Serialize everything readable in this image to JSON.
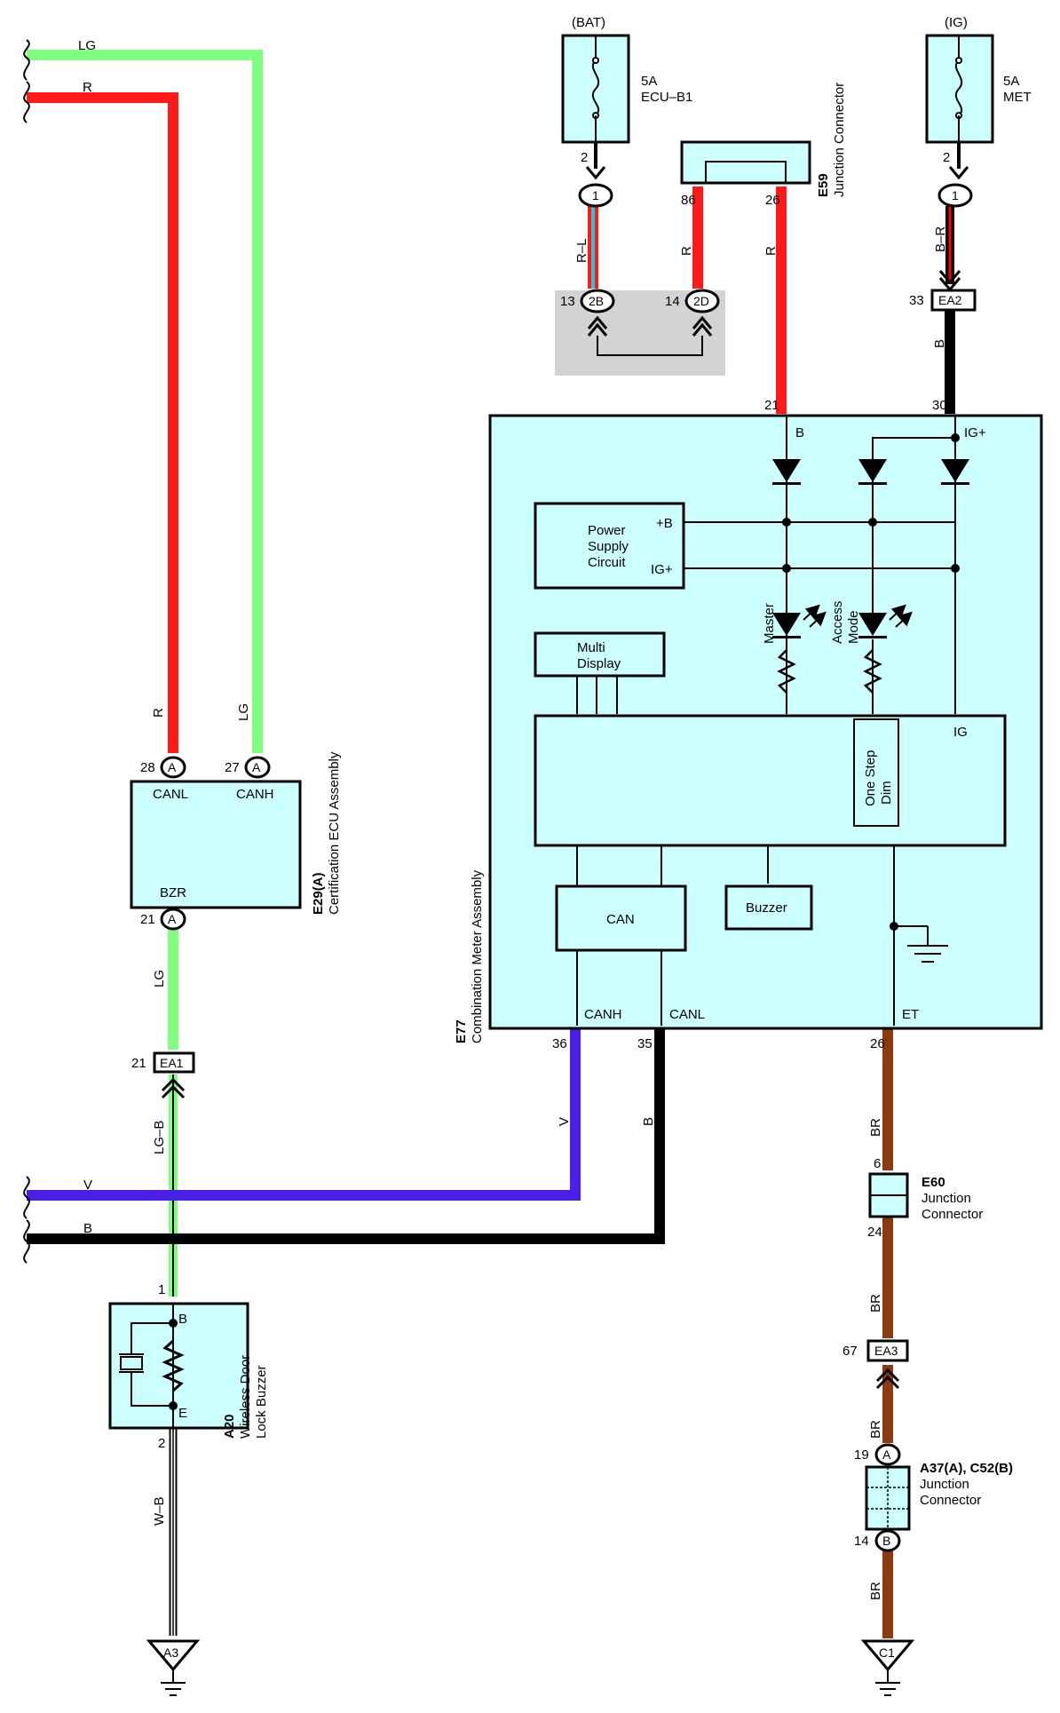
{
  "colors": {
    "LG": "#80ff80",
    "R": "#ff1a1a",
    "B": "#000000",
    "V": "#4a1fe6",
    "BR": "#8b3a10",
    "RL_center": "#30c0e0",
    "BR_stripe": "#ff0000",
    "WB": "#ffffff",
    "component_fill": "#ccffff",
    "splice_fill": "#d3d3d3"
  },
  "power": {
    "bat": {
      "source": "(BAT)",
      "fuse_amp": "5A",
      "fuse_name": "ECU–B1",
      "pin": "2"
    },
    "ig": {
      "source": "(IG)",
      "fuse_amp": "5A",
      "fuse_name": "MET",
      "pin": "2"
    }
  },
  "wires": {
    "lg_top": "LG",
    "r_top": "R",
    "r_left": "R",
    "lg_left": "LG",
    "lg_below_bzr": "LG",
    "lg_b": "LG–B",
    "w_b": "W–B",
    "v_bus": "V",
    "b_bus": "B",
    "v_drop": "V",
    "b_drop": "B",
    "r_l": "R–L",
    "r_86": "R",
    "r_26": "R",
    "b_r": "B–R",
    "b_ig": "B",
    "br_1": "BR",
    "br_2": "BR",
    "br_3": "BR",
    "br_4": "BR"
  },
  "connectors": {
    "c1": "1",
    "c2b": "2B",
    "c2d": "2D",
    "pin13": "13",
    "pin14": "14",
    "pin86": "86",
    "pin26": "26",
    "pin21_meter": "21",
    "pin30": "30",
    "pin33": "33",
    "ea2": "EA2",
    "ea1": "EA1",
    "pin21_ea1": "21",
    "ea3": "EA3",
    "pin67": "67",
    "pin28": "28",
    "pin27": "27",
    "pin21_ecu": "21",
    "pinA": "A",
    "pin36": "36",
    "pin35": "35",
    "pin26_meter": "26",
    "pin6": "6",
    "pin24": "24",
    "pin1_buzzer": "1",
    "pin2_buzzer": "2",
    "pin19": "19",
    "pin14_jc": "14",
    "pinB": "B",
    "ground_a3": "A3",
    "ground_c1": "C1"
  },
  "e59": {
    "code": "E59",
    "name": "Junction Connector"
  },
  "ecu": {
    "code": "E29(A)",
    "name": "Certification ECU Assembly",
    "canl": "CANL",
    "canh": "CANH",
    "bzr": "BZR"
  },
  "meter": {
    "code": "E77",
    "name": "Combination Meter Assembly",
    "b": "B",
    "igplus": "IG+",
    "psu_line1": "Power",
    "psu_line2": "Supply",
    "psu_line3": "Circuit",
    "psu_b": "+B",
    "psu_ig": "IG+",
    "multi_line1": "Multi",
    "multi_line2": "Display",
    "master": "Master",
    "access_line1": "Access",
    "access_line2": "Mode",
    "onestep_line1": "One Step",
    "onestep_line2": "Dim",
    "ig": "IG",
    "can": "CAN",
    "buzzer": "Buzzer",
    "canh": "CANH",
    "canl": "CANL",
    "et": "ET"
  },
  "e60": {
    "code": "E60",
    "name_line1": "Junction",
    "name_line2": "Connector"
  },
  "buzzer": {
    "code": "A20",
    "name_line1": "Wireless Door",
    "name_line2": "Lock Buzzer",
    "b": "B",
    "e": "E"
  },
  "jc_a37": {
    "code": "A37(A), C52(B)",
    "name_line1": "Junction",
    "name_line2": "Connector"
  }
}
